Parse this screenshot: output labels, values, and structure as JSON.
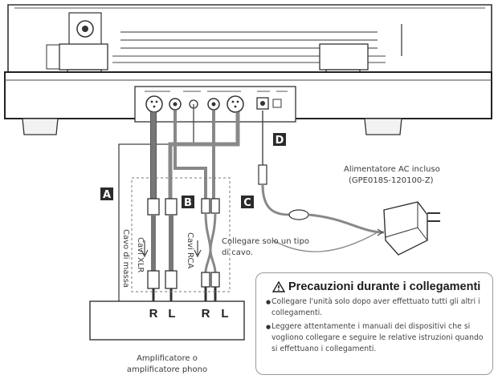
{
  "badges": {
    "a": "A",
    "b": "B",
    "c": "C",
    "d": "D"
  },
  "labels": {
    "ground_cable": "Cavo di massa",
    "xlr_cable": "Cavi XLR",
    "rca_cable": "Cavi RCA",
    "connect_one_line1": "Collegare solo un tipo",
    "connect_one_line2": "di cavo.",
    "adapter_line1": "Alimentatore AC incluso",
    "adapter_line2": "(GPE018S-120100-Z)",
    "amp_line1": "Amplificatore o",
    "amp_line2": "amplificatore phono"
  },
  "channels": [
    "R",
    "L",
    "R",
    "L"
  ],
  "caution": {
    "title": "Precauzioni durante i collegamenti",
    "bullets": [
      "Collegare l'unità solo dopo aver effettuato tutti gli altri i collegamenti.",
      "Leggere attentamente i manuali dei dispositivi che si vogliono collegare e seguire le relative istruzioni quando si effettuano i collegamenti."
    ]
  },
  "colors": {
    "badge": "#2b2b2b",
    "cable_gray": "#9a9a9a",
    "line": "#3a3a3a"
  }
}
